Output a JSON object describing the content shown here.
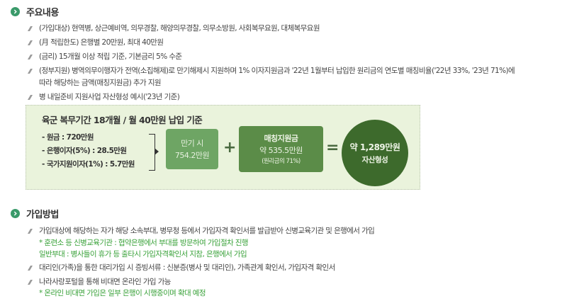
{
  "section1": {
    "title": "주요내용",
    "items": [
      {
        "text": "(가입대상) 현역병, 상근예비역, 의무경찰, 해양의무경찰, 의무소방원, 사회복무요원, 대체복무요원"
      },
      {
        "text": "(月 적립한도) 은행별 20만원, 최대 40만원"
      },
      {
        "text": "(금리) 15개월 이상 적립 기준, 기본금리 5% 수준"
      },
      {
        "text": "(정부지원) 병역의무이행자가 전역(소집해제)로 만기해제시 지원하며 1% 이자지원금과 '22년 1월부터 납입한 원리금의 연도별 매칭비율('22년 33%, '23년 71%)에",
        "text2": "따라 해당하는 금액(매칭지원금) 추가 지원"
      },
      {
        "text": "병 내일준비 지원사업 자산형성 예시('23년 기준)"
      }
    ]
  },
  "infographic": {
    "title": "육군 복무기간 18개월 / 월 40만원 납입 기준",
    "list": [
      "- 원금 : 720만원",
      "- 은행이자(5%) : 28.5만원",
      "- 국가지원이자(1%) : 5.7만원"
    ],
    "maturity": {
      "line1": "만기 시",
      "line2": "754.2만원"
    },
    "plus": "+",
    "matching": {
      "line1": "매칭지원금",
      "line2": "약  535.5만원",
      "line3": "(원리금의  71%)"
    },
    "equals": "=",
    "total": {
      "line1": "약  1,289만원",
      "line2": "자산형성"
    },
    "colors": {
      "background": "#eaf3dc",
      "maturity": "#6ea564",
      "matching": "#5b8c48",
      "total": "#3d6a2c"
    }
  },
  "section2": {
    "title": "가입방법",
    "items": [
      {
        "text": "가입대상에 해당하는 자가 해당 소속부대, 병무청 등에서 가입자격 확인서를 발급받아 신병교육기관 및 은행에서 가입",
        "notes": [
          "* 훈련소 등 신병교육기관 : 협약은행에서 부대를 방문하여 가입절차 진행",
          "일반부대 : 병사들이 휴가 등 출타시 가입자격확인서 지참, 은행에서 가입"
        ]
      },
      {
        "text": "대리인(가족)을 통한 대리가입 시 증빙서류 : 신분증(병사 및 대리인), 가족관계 확인서, 가입자격 확인서",
        "notes": []
      },
      {
        "text": "나라사랑포털을 통해 비대면 온라인 가입 가능",
        "notes": [
          "* 온라인 비대면 가입은 일부 은행이 시행중이며 확대 예정"
        ]
      }
    ]
  },
  "colors": {
    "accent": "#3a9a6a",
    "note_green": "#3aa23a",
    "text": "#444444"
  }
}
